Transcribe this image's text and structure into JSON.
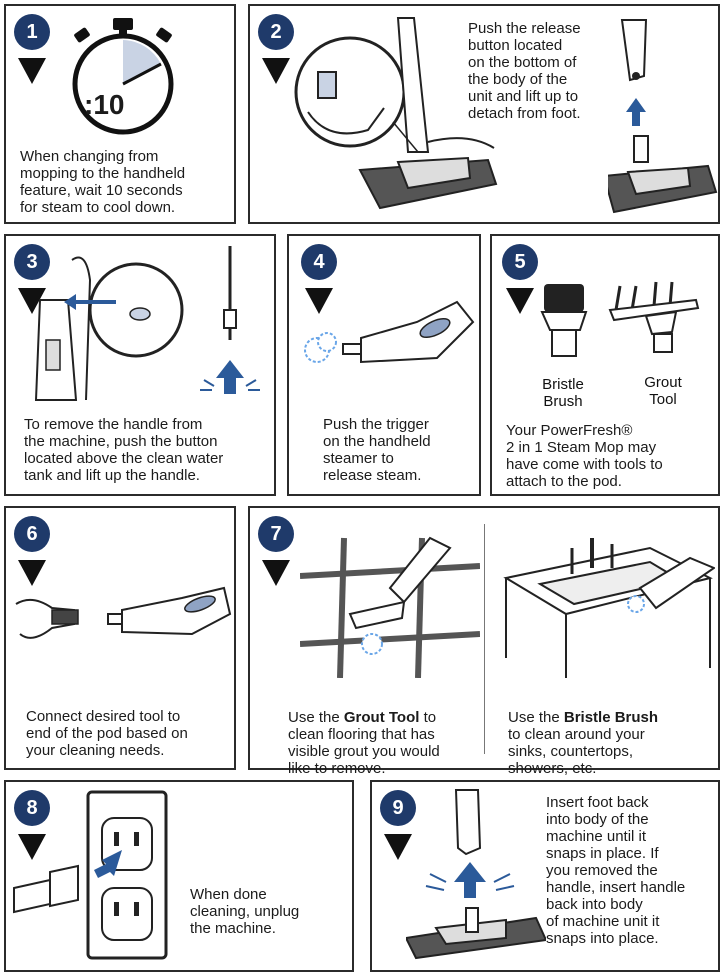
{
  "colors": {
    "accent": "#1f3a6a",
    "border": "#2b2b2b",
    "arrow_blue": "#2b5a9a",
    "steam_blue": "#6aa6e8"
  },
  "steps": [
    {
      "number": "1",
      "text": "When changing from\nmopping to the handheld\nfeature, wait 10 seconds\nfor steam to cool down.",
      "timer": ":10"
    },
    {
      "number": "2",
      "text": "Push the release\nbutton located\non the bottom of\nthe body of the\nunit and lift up to\ndetach from foot."
    },
    {
      "number": "3",
      "text": "To remove the handle from\nthe machine, push the button\nlocated above the clean water\ntank and lift up the handle."
    },
    {
      "number": "4",
      "text": "Push the trigger\non the handheld\nsteamer to\nrelease steam."
    },
    {
      "number": "5",
      "text": "Your PowerFresh®\n2 in 1 Steam Mop may\nhave come with tools to\nattach to the pod.",
      "label_brush": "Bristle\nBrush",
      "label_grout": "Grout\nTool"
    },
    {
      "number": "6",
      "text": "Connect desired tool to\nend of the pod based on\nyour cleaning needs."
    },
    {
      "number": "7",
      "grout_pre": "Use the ",
      "grout_bold": "Grout Tool",
      "grout_post": " to\nclean flooring that has\nvisible grout you would\nlike to remove.",
      "brush_pre": "Use the ",
      "brush_bold": "Bristle Brush",
      "brush_post": "\nto clean around your\nsinks, countertops,\nshowers, etc."
    },
    {
      "number": "8",
      "text": "When done\ncleaning, unplug\nthe machine."
    },
    {
      "number": "9",
      "text": "Insert foot back\ninto body of the\nmachine until it\nsnaps in place. If\nyou removed the\nhandle, insert handle\nback into body\nof machine unit it\nsnaps into place."
    }
  ]
}
